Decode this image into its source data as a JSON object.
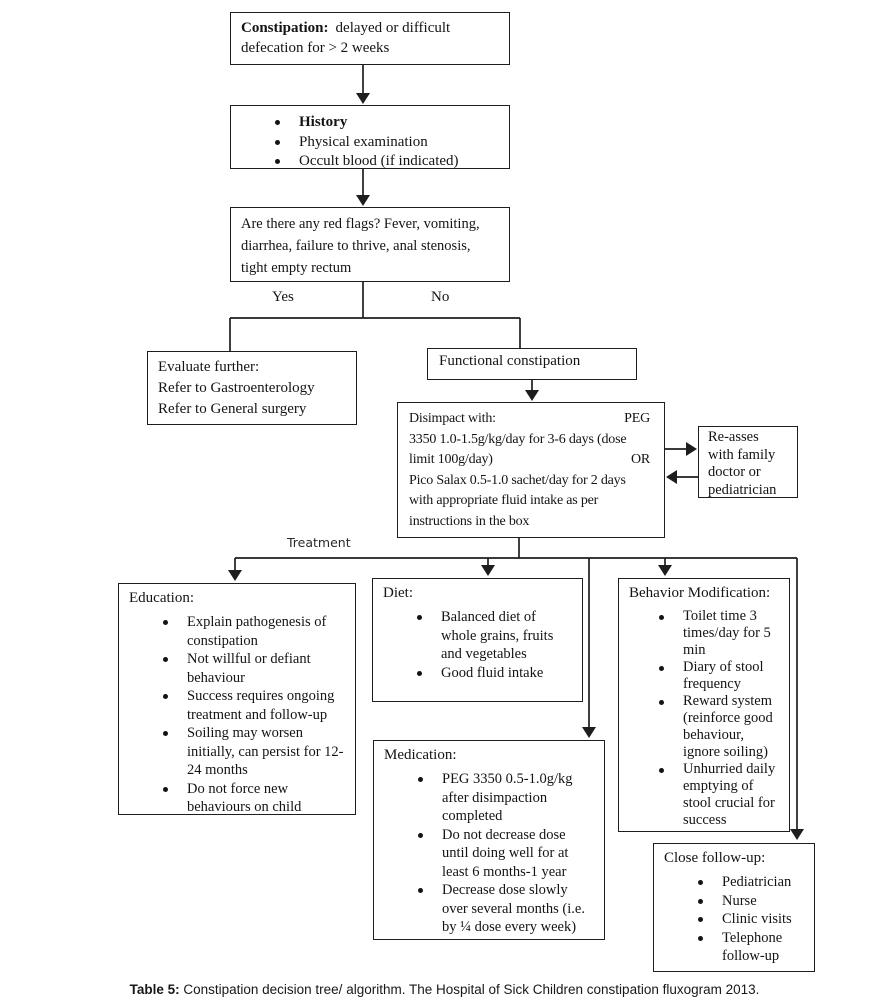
{
  "flow": {
    "start": {
      "bold": "Constipation:",
      "line1_rest": "delayed or difficult",
      "line2": "defecation for > 2 weeks"
    },
    "assessment": {
      "items": [
        "History",
        "Physical examination",
        "Occult blood (if indicated)"
      ]
    },
    "red_flags": {
      "text": "Are there any red flags? Fever, vomiting,\ndiarrhea, failure to thrive, anal stenosis,\ntight empty rectum"
    },
    "labels": {
      "yes": "Yes",
      "no": "No",
      "treatment": "Treatment"
    },
    "evaluate": {
      "text": "Evaluate further:\nRefer to Gastroenterology\nRefer to General surgery"
    },
    "functional": {
      "text": "Functional constipation"
    },
    "disimpact": {
      "l1_left": "Disimpact with:",
      "l1_right": "PEG",
      "l2": "3350 1.0-1.5g/kg/day for 3-6 days (dose",
      "l3_left": "limit 100g/day)",
      "l3_right": "OR",
      "l4": "Pico Salax 0.5-1.0 sachet/day for 2 days",
      "l5": "with appropriate fluid intake as per",
      "l6": "instructions in the box"
    },
    "reassess": {
      "text": "Re-asses\nwith family\ndoctor or\npediatrician"
    },
    "education": {
      "title": "Education:",
      "items": [
        "Explain pathogenesis of\nconstipation",
        "Not willful or defiant\nbehaviour",
        "Success requires ongoing\ntreatment and follow-up",
        "Soiling may worsen\ninitially, can persist for 12-\n24 months",
        "Do not force new\nbehaviours on child"
      ]
    },
    "diet": {
      "title": "Diet:",
      "items": [
        "Balanced diet of\nwhole grains, fruits\nand vegetables",
        "Good fluid intake"
      ]
    },
    "medication": {
      "title": "Medication:",
      "items": [
        "PEG 3350 0.5-1.0g/kg\nafter disimpaction\ncompleted",
        "Do not decrease dose\nuntil doing well for at\nleast 6 months-1 year",
        "Decrease dose slowly\nover several months (i.e.\nby ¼ dose every week)"
      ]
    },
    "behavior": {
      "title": "Behavior Modification:",
      "items": [
        "Toilet time 3\ntimes/day for 5\nmin",
        "Diary of stool\nfrequency",
        "Reward system\n(reinforce good\nbehaviour,\nignore soiling)",
        "Unhurried daily\nemptying of\nstool crucial for\nsuccess"
      ]
    },
    "follow_up": {
      "title": "Close follow-up:",
      "items": [
        "Pediatrician",
        "Nurse",
        "Clinic visits",
        "Telephone\nfollow-up"
      ]
    }
  },
  "caption": {
    "label": "Table 5:",
    "text": " Constipation decision tree/ algorithm. The Hospital of Sick Children constipation fluxogram 2013."
  }
}
